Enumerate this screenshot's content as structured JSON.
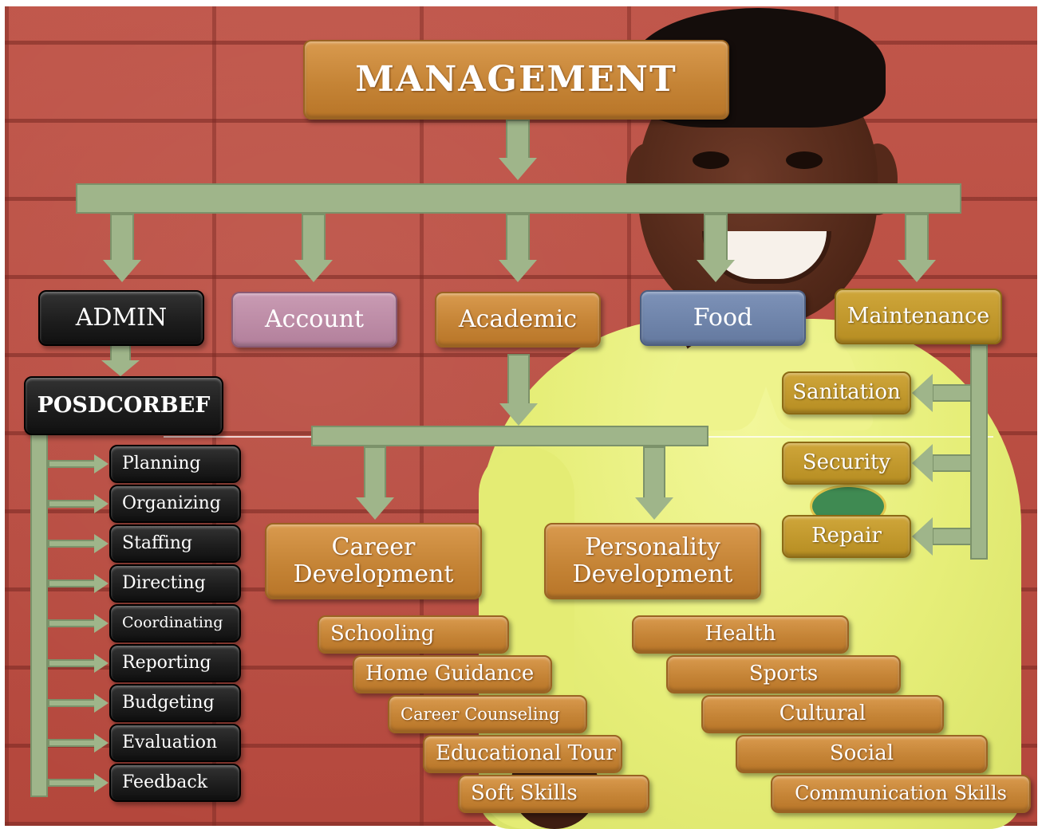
{
  "diagram": {
    "root": "MANAGEMENT",
    "departments": [
      "ADMIN",
      "Account",
      "Academic",
      "Food",
      "Maintenance"
    ],
    "admin": {
      "framework": "POSDCORBEF",
      "functions": [
        "Planning",
        "Organizing",
        "Staffing",
        "Directing",
        "Coordinating",
        "Reporting",
        "Budgeting",
        "Evaluation",
        "Feedback"
      ]
    },
    "academic": {
      "career": {
        "title": "Career Development",
        "items": [
          "Schooling",
          "Home Guidance",
          "Career Counseling",
          "Educational Tour",
          "Soft Skills"
        ]
      },
      "personality": {
        "title": "Personality Development",
        "items": [
          "Health",
          "Sports",
          "Cultural",
          "Social",
          "Communication Skills"
        ]
      }
    },
    "maintenance": {
      "items": [
        "Sanitation",
        "Security",
        "Repair"
      ]
    }
  },
  "colors": {
    "connector": "#9fb58a",
    "gold_box": "#c58436",
    "dark_box": "#1c1c1c",
    "account_box": "#b27f9b",
    "food_box": "#64799f",
    "maintenance_box": "#b68d22",
    "wall": "#b94a3f",
    "shirt": "#e6ee78"
  }
}
